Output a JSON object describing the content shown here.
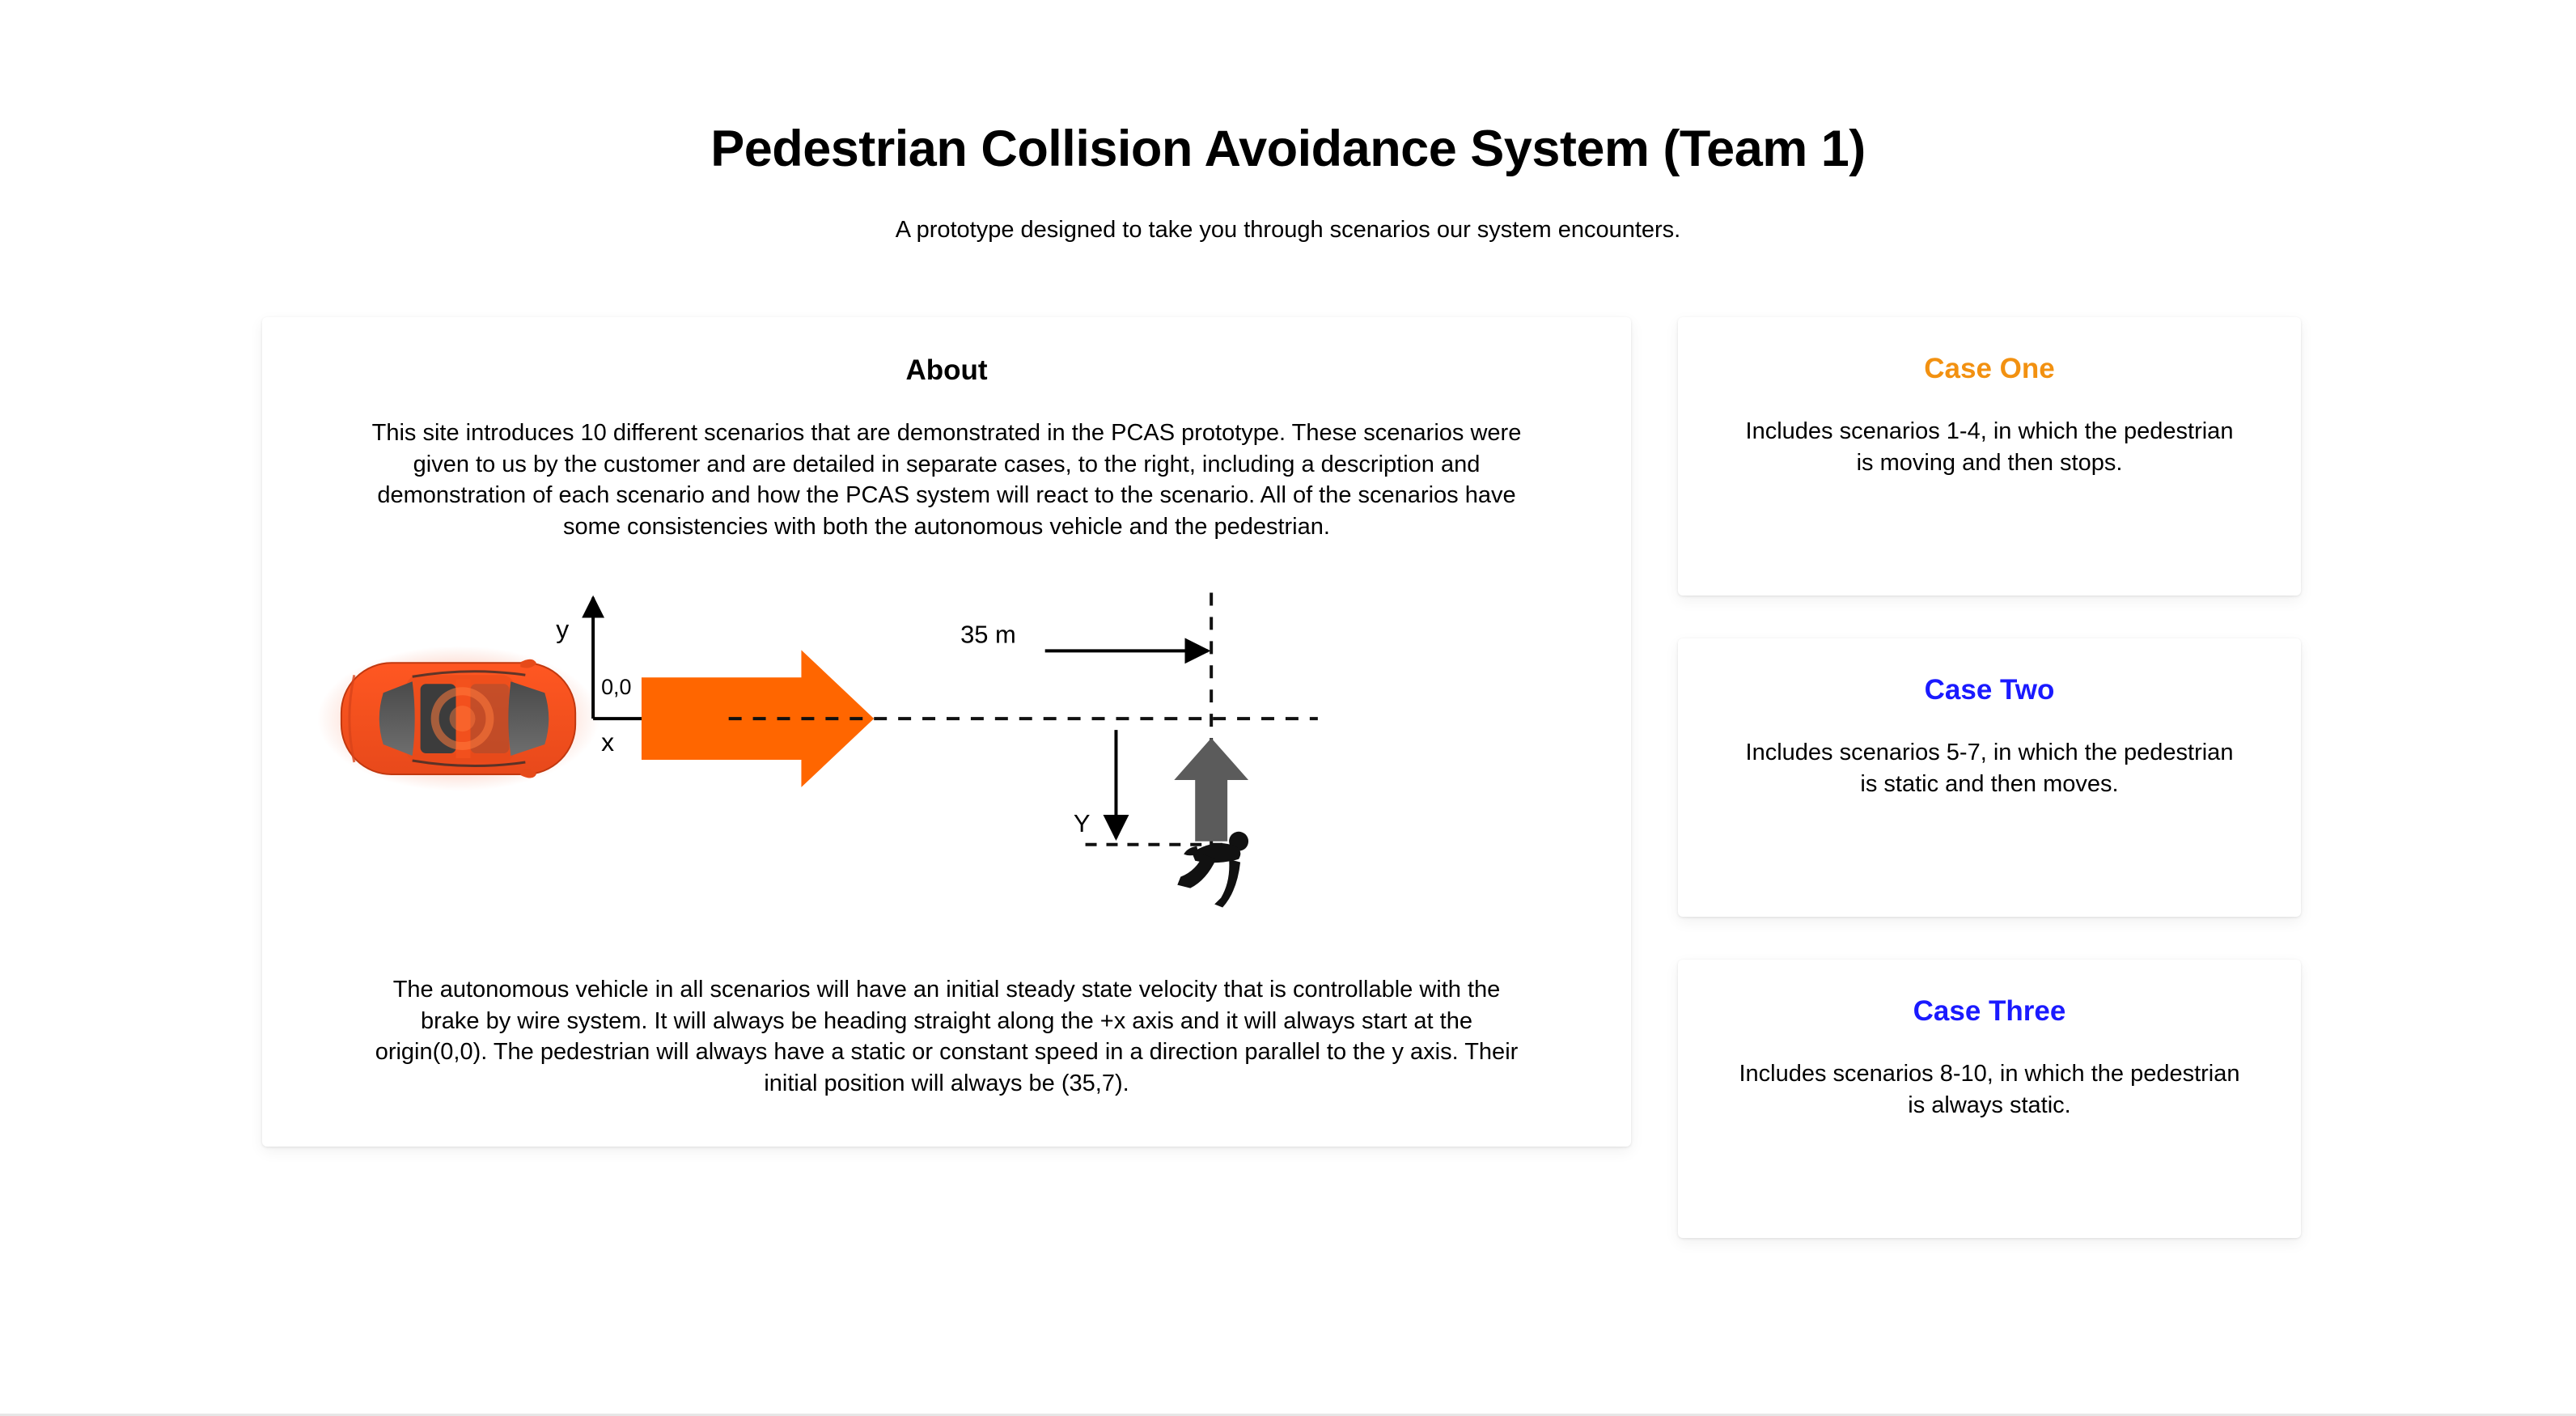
{
  "header": {
    "title": "Pedestrian Collision Avoidance System (Team 1)",
    "subtitle": "A prototype designed to take you through scenarios our system encounters."
  },
  "about": {
    "heading": "About",
    "intro_paragraph": "This site introduces 10 different scenarios that are demonstrated in the PCAS prototype. These scenarios were given to us by the customer and are detailed in separate cases, to the right, including a description and demonstration of each scenario and how the PCAS system will react to the scenario. All of the scenarios have some consistencies with both the autonomous vehicle and the pedestrian.",
    "closing_paragraph": "The autonomous vehicle in all scenarios will have an initial steady state velocity that is controllable with the brake by wire system. It will always be heading straight along the +x axis and it will always start at the origin(0,0). The pedestrian will always have a static or constant speed in a direction parallel to the y axis. Their initial position will always be (35,7)."
  },
  "diagram": {
    "labels": {
      "y_axis": "y",
      "x_axis": "x",
      "origin": "0,0",
      "distance": "35 m",
      "lateral_offset": "Y"
    },
    "colors": {
      "car_body": "#F4511E",
      "velocity_arrow": "#FF6600",
      "pedestrian_arrow": "#5B5B5B",
      "pedestrian": "#111111",
      "axis": "#000000"
    }
  },
  "cases": [
    {
      "title": "Case One",
      "title_color": "#F29111",
      "body": "Includes scenarios 1-4, in which the pedestrian is moving and then stops."
    },
    {
      "title": "Case Two",
      "title_color": "#1A1AFF",
      "body": "Includes scenarios 5-7, in which the pedestrian is static and then moves."
    },
    {
      "title": "Case Three",
      "title_color": "#1A1AFF",
      "body": "Includes scenarios 8-10, in which the pedestrian is always static."
    }
  ]
}
